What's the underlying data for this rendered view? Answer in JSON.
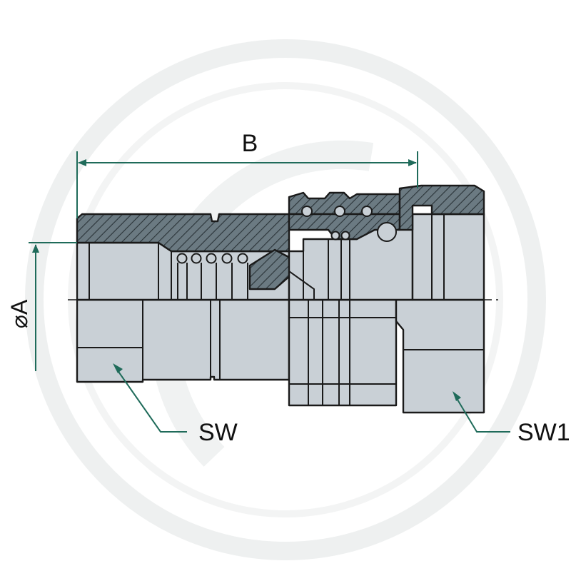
{
  "labels": {
    "length": "B",
    "diameter": "⌀A",
    "wrench_flat_1": "SW",
    "wrench_flat_2": "SW1"
  },
  "colors": {
    "dimension_line": "#1f6b5a",
    "body": "#c9d0d6",
    "section_hatch": "#6b7a82",
    "outline": "#1a1a1a",
    "watermark": "#eef0f0"
  }
}
